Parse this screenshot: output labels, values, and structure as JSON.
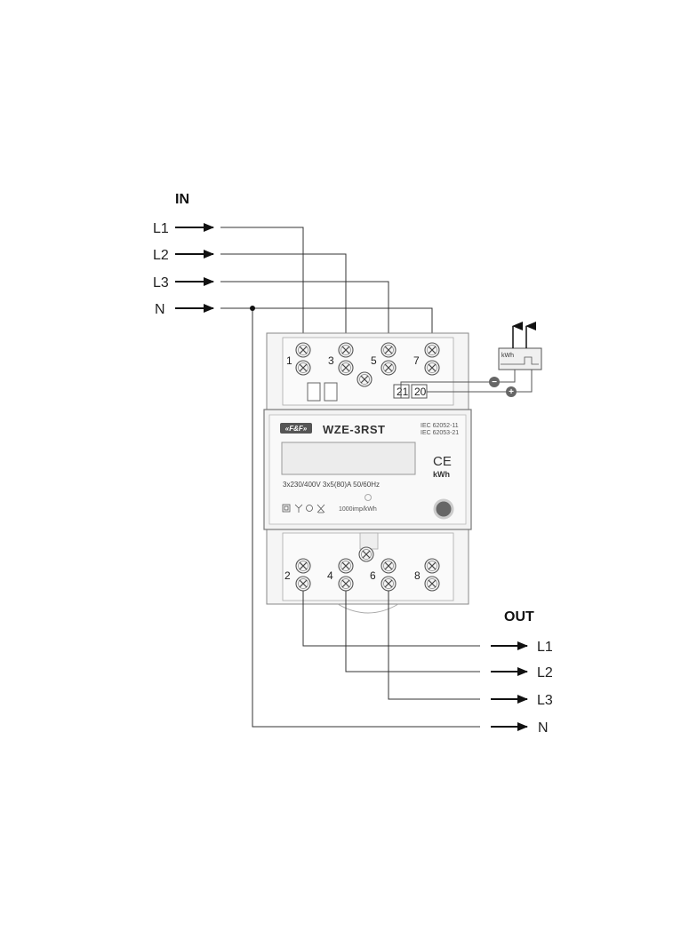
{
  "labels": {
    "in_title": "IN",
    "out_title": "OUT",
    "in_lines": [
      "L1",
      "L2",
      "L3",
      "N"
    ],
    "out_lines": [
      "L1",
      "L2",
      "L3",
      "N"
    ]
  },
  "meter": {
    "brand": "«F&F»",
    "model": "WZE-3RST",
    "standard_1": "IEC 62052-11",
    "standard_2": "IEC 62053-21",
    "ce_mark": "CE",
    "unit": "kWh",
    "rating": "3x230/400V  3x5(80)A  50/60Hz",
    "impulse_rate": "1000imp/kWh"
  },
  "terminals": {
    "top": [
      "1",
      "3",
      "5",
      "7"
    ],
    "bottom": [
      "2",
      "4",
      "6",
      "8"
    ],
    "pulse": [
      "21",
      "20"
    ]
  },
  "pulse_counter": {
    "label": "kWh",
    "minus": "−",
    "plus": "+"
  }
}
